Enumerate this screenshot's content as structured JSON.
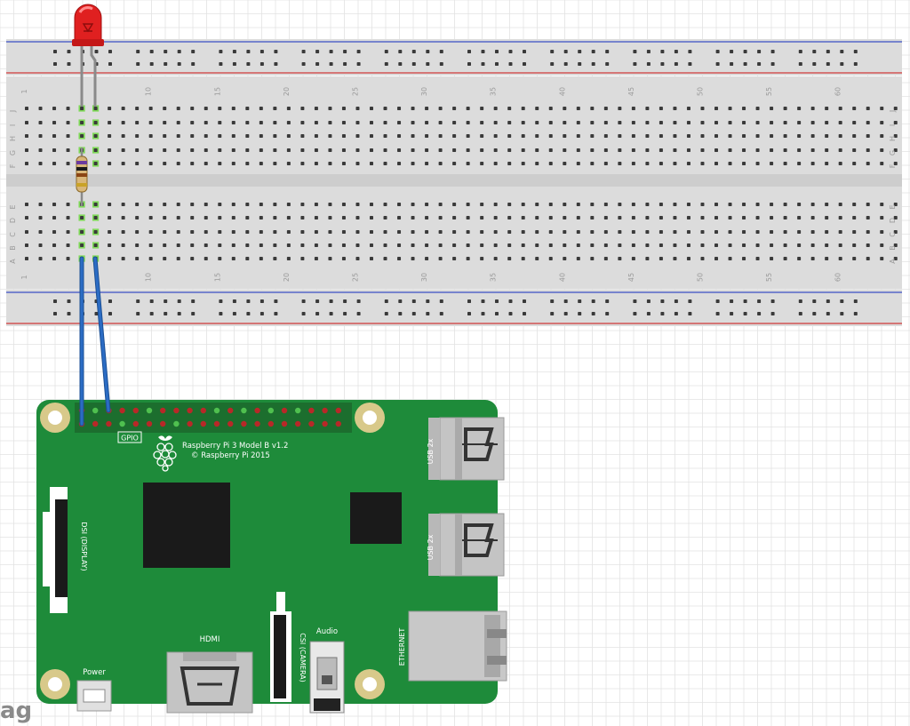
{
  "colors": {
    "canvas_bg": "#ffffff",
    "grid_line": "#e3e3e3",
    "breadboard_body": "#dcdcdc",
    "breadboard_hole": "#3a3a3a",
    "rail_blue": "#3b4fc4",
    "rail_red": "#d03a3a",
    "active_hole": "#7ed957",
    "led_red": "#e02020",
    "wire_blue": "#2b6cc4",
    "pcb_green": "#1e8b3a",
    "pin_red": "#b82828",
    "pin_green": "#4fc04f",
    "chip_black": "#1a1a1a",
    "mount_hole": "#d8c98a",
    "connector_gray": "#c4c4c4"
  },
  "breadboard": {
    "column_numbers": [
      "1",
      "10",
      "15",
      "20",
      "25",
      "30",
      "35",
      "40",
      "45",
      "50",
      "55",
      "60"
    ],
    "rows_upper": [
      "J",
      "I",
      "H",
      "G",
      "F"
    ],
    "rows_lower": [
      "E",
      "D",
      "C",
      "B",
      "A"
    ]
  },
  "components": {
    "led": {
      "name": "LED",
      "color": "red"
    },
    "resistor": {
      "name": "Resistor"
    }
  },
  "pi": {
    "title": "Raspberry Pi 3 Model B v1.2",
    "copyright": "© Raspberry Pi 2015",
    "gpio_label": "GPIO",
    "usb_top_label": "USB 2x",
    "usb_bottom_label": "USB 2x",
    "ethernet_label": "ETHERNET",
    "audio_label": "Audio",
    "hdmi_label": "HDMI",
    "power_label": "Power",
    "dsi_label": "DSI (DISPLAY)",
    "csi_label": "CSI (CAMERA)"
  },
  "watermark": {
    "text": "ag"
  }
}
